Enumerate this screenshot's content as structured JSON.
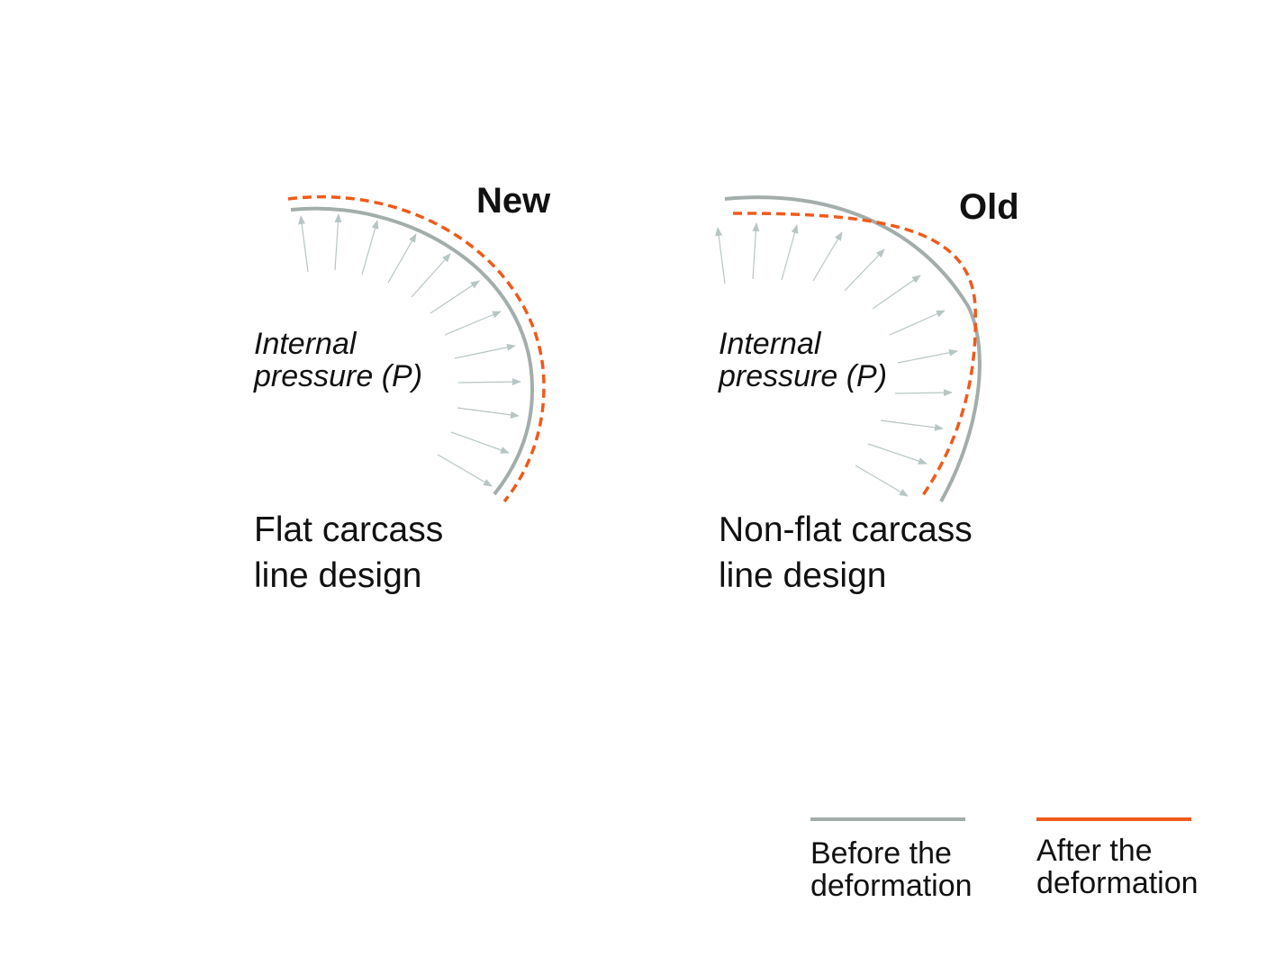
{
  "colors": {
    "before": "#a3adab",
    "after": "#f05a1a",
    "arrow": "#b7c6c5",
    "text": "#111111"
  },
  "new_panel": {
    "title": "New",
    "pressure_label_line1": "Internal",
    "pressure_label_line2": "pressure (P)",
    "caption_line1": "Flat carcass",
    "caption_line2": "line design"
  },
  "old_panel": {
    "title": "Old",
    "pressure_label_line1": "Internal",
    "pressure_label_line2": "pressure (P)",
    "caption_line1": "Non-flat carcass",
    "caption_line2": "line design"
  },
  "legend": {
    "before_line1": "Before the",
    "before_line2": "deformation",
    "after_line1": "After the",
    "after_line2": "deformation"
  }
}
